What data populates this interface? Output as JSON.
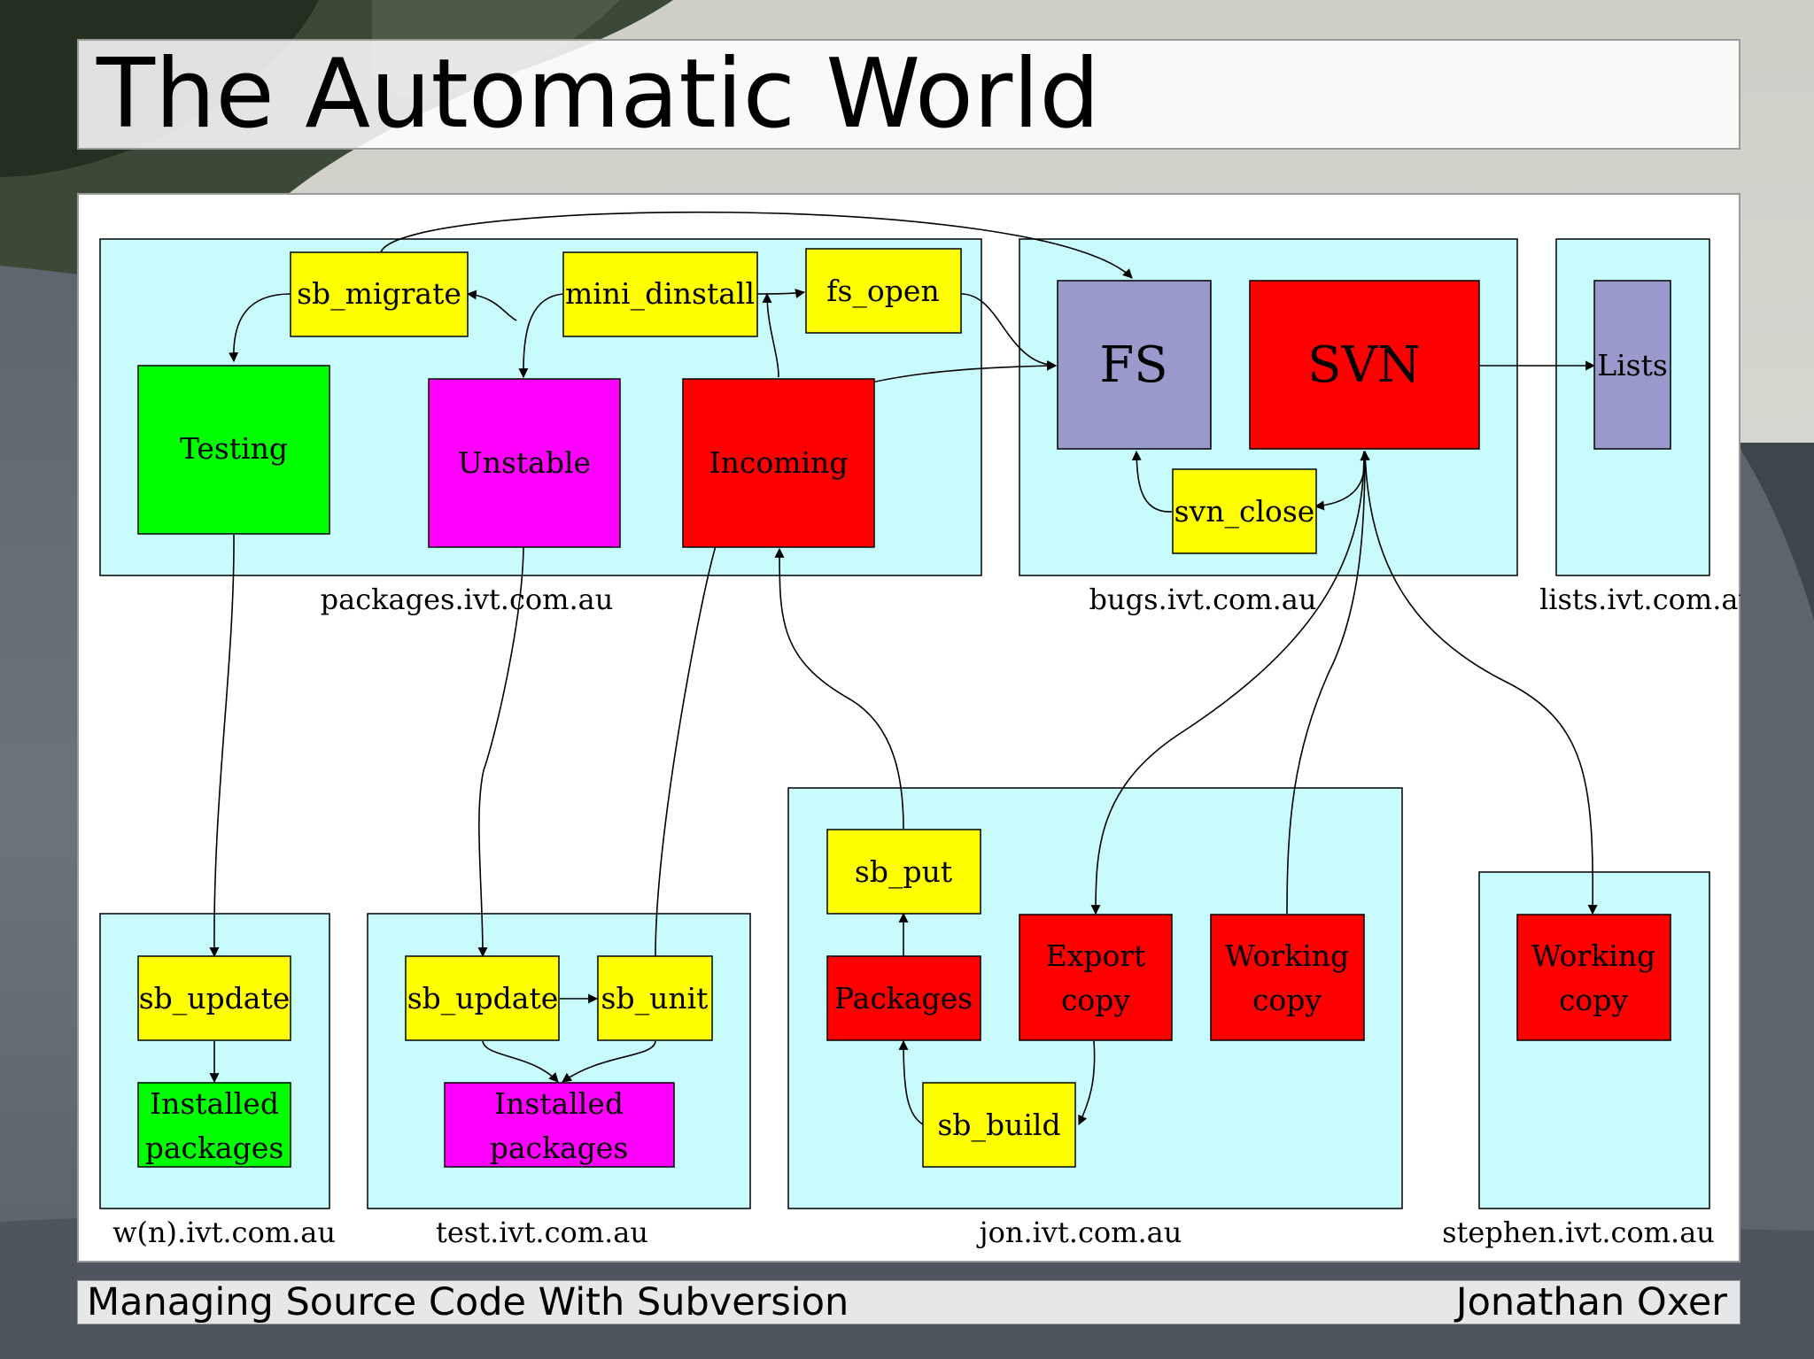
{
  "slide": {
    "title": "The Automatic World",
    "footer_left": "Managing Source Code With Subversion",
    "footer_right": "Jonathan Oxer"
  },
  "colors": {
    "cluster_fill": "#c8fcfc",
    "yellow": "#ffff00",
    "red": "#ff0000",
    "green": "#00ff00",
    "magenta": "#ff00ff",
    "slate": "#9999cc"
  },
  "clusters": [
    {
      "id": "packages",
      "label": "packages.ivt.com.au"
    },
    {
      "id": "bugs",
      "label": "bugs.ivt.com.au"
    },
    {
      "id": "lists",
      "label": "lists.ivt.com.au"
    },
    {
      "id": "wn",
      "label": "w(n).ivt.com.au"
    },
    {
      "id": "test",
      "label": "test.ivt.com.au"
    },
    {
      "id": "jon",
      "label": "jon.ivt.com.au"
    },
    {
      "id": "stephen",
      "label": "stephen.ivt.com.au"
    }
  ],
  "nodes": [
    {
      "id": "sb_migrate",
      "lines": [
        "sb_migrate"
      ],
      "color": "yellow"
    },
    {
      "id": "mini_dinstall",
      "lines": [
        "mini_dinstall"
      ],
      "color": "yellow"
    },
    {
      "id": "fs_open",
      "lines": [
        "fs_open"
      ],
      "color": "yellow"
    },
    {
      "id": "testing",
      "lines": [
        "Testing"
      ],
      "color": "green"
    },
    {
      "id": "unstable",
      "lines": [
        "Unstable"
      ],
      "color": "magenta"
    },
    {
      "id": "incoming",
      "lines": [
        "Incoming"
      ],
      "color": "red"
    },
    {
      "id": "fs",
      "lines": [
        "FS"
      ],
      "color": "slate"
    },
    {
      "id": "svn",
      "lines": [
        "SVN"
      ],
      "color": "red"
    },
    {
      "id": "svn_close",
      "lines": [
        "svn_close"
      ],
      "color": "yellow"
    },
    {
      "id": "lists_node",
      "lines": [
        "Lists"
      ],
      "color": "slate"
    },
    {
      "id": "wn_update",
      "lines": [
        "sb_update"
      ],
      "color": "yellow"
    },
    {
      "id": "wn_installed",
      "lines": [
        "Installed",
        "packages"
      ],
      "color": "green"
    },
    {
      "id": "test_update",
      "lines": [
        "sb_update"
      ],
      "color": "yellow"
    },
    {
      "id": "test_unit",
      "lines": [
        "sb_unit"
      ],
      "color": "yellow"
    },
    {
      "id": "test_installed",
      "lines": [
        "Installed",
        "packages"
      ],
      "color": "magenta"
    },
    {
      "id": "sb_put",
      "lines": [
        "sb_put"
      ],
      "color": "yellow"
    },
    {
      "id": "jon_packages",
      "lines": [
        "Packages"
      ],
      "color": "red"
    },
    {
      "id": "export_copy",
      "lines": [
        "Export",
        "copy"
      ],
      "color": "red"
    },
    {
      "id": "jon_working",
      "lines": [
        "Working",
        "copy"
      ],
      "color": "red"
    },
    {
      "id": "sb_build",
      "lines": [
        "sb_build"
      ],
      "color": "yellow"
    },
    {
      "id": "stephen_working",
      "lines": [
        "Working",
        "copy"
      ],
      "color": "red"
    }
  ],
  "edges": [
    {
      "from": "sb_migrate",
      "to": "fs"
    },
    {
      "from": "sb_migrate",
      "to": "testing"
    },
    {
      "from": "mini_dinstall",
      "to": "sb_migrate"
    },
    {
      "from": "mini_dinstall",
      "to": "unstable"
    },
    {
      "from": "mini_dinstall",
      "to": "fs_open"
    },
    {
      "from": "incoming",
      "to": "mini_dinstall"
    },
    {
      "from": "fs_open",
      "to": "fs"
    },
    {
      "from": "svn",
      "to": "lists_node"
    },
    {
      "from": "svn_close",
      "to": "fs"
    },
    {
      "from": "svn",
      "to": "svn_close"
    },
    {
      "from": "testing",
      "to": "wn_update"
    },
    {
      "from": "wn_update",
      "to": "wn_installed"
    },
    {
      "from": "unstable",
      "to": "test_update"
    },
    {
      "from": "test_update",
      "to": "test_unit"
    },
    {
      "from": "test_update",
      "to": "test_installed"
    },
    {
      "from": "test_unit",
      "to": "test_installed"
    },
    {
      "from": "test_unit",
      "to": "fs"
    },
    {
      "from": "sb_put",
      "to": "incoming"
    },
    {
      "from": "jon_packages",
      "to": "sb_put"
    },
    {
      "from": "export_copy",
      "to": "sb_build"
    },
    {
      "from": "sb_build",
      "to": "jon_packages"
    },
    {
      "from": "svn",
      "to": "export_copy"
    },
    {
      "from": "jon_working",
      "to": "svn"
    },
    {
      "from": "svn",
      "to": "stephen_working"
    }
  ]
}
